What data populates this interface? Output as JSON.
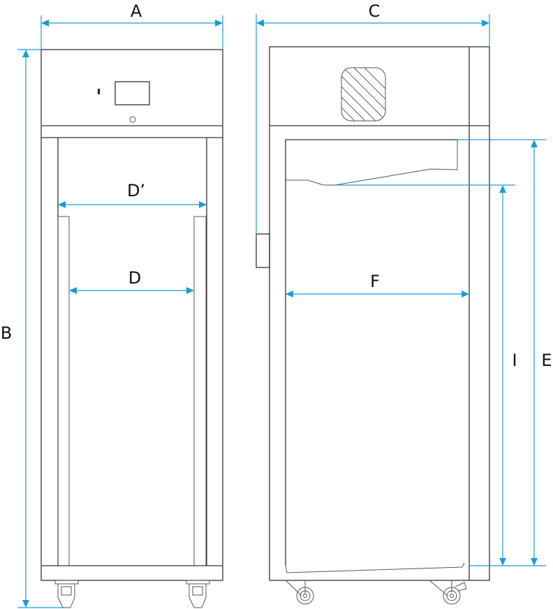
{
  "title": "Cabinet dimension drawing",
  "labels": {
    "overall_width": "A",
    "overall_height": "B",
    "overall_depth": "C",
    "door_opening_width_max": "D’",
    "door_opening_width": "D",
    "interior_height": "E",
    "interior_depth": "F",
    "usable_interior_height": "I"
  },
  "colors": {
    "dimension": "#1a9bd7",
    "outline": "#333333"
  }
}
